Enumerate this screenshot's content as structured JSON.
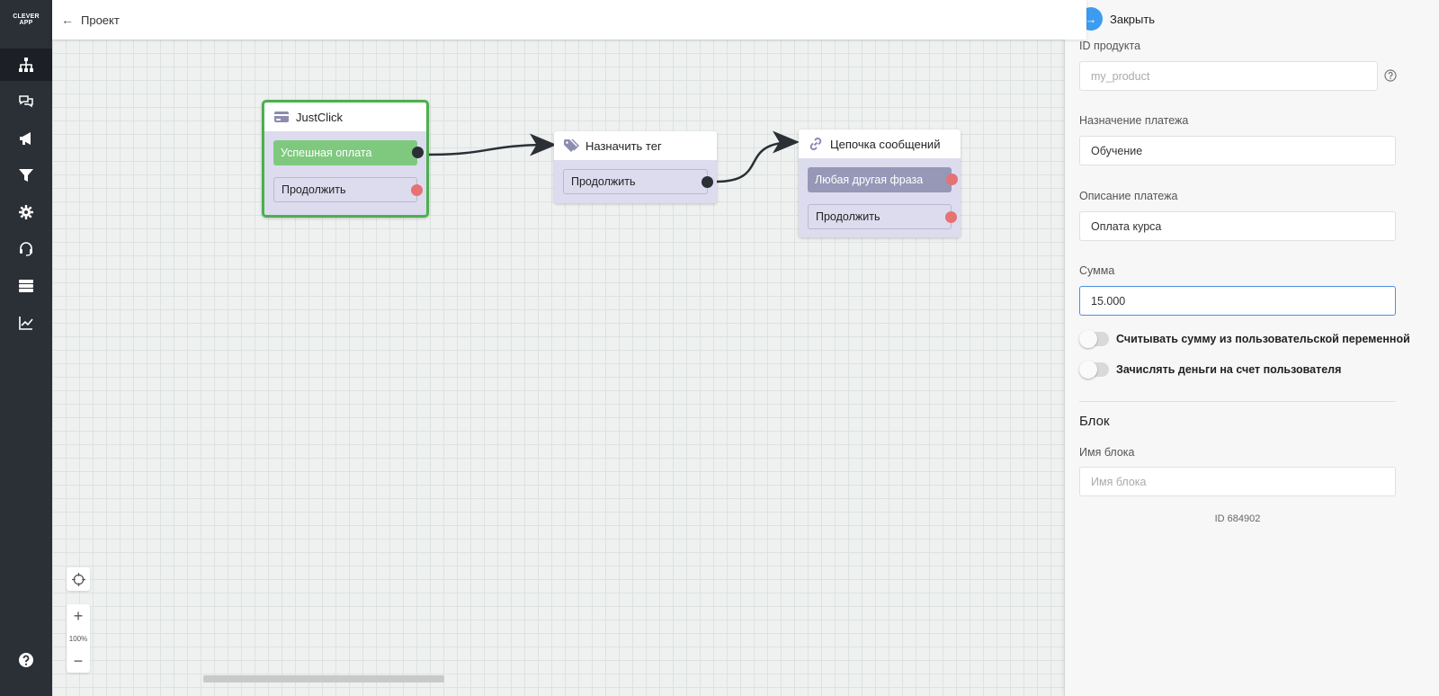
{
  "sidebar": {
    "logo_line1": "CLEVER",
    "logo_line2": "APP",
    "items": [
      {
        "icon": "sitemap-icon",
        "active": true
      },
      {
        "icon": "chat-icon",
        "active": false
      },
      {
        "icon": "megaphone-icon",
        "active": false
      },
      {
        "icon": "filter-icon",
        "active": false
      },
      {
        "icon": "gear-icon",
        "active": false
      },
      {
        "icon": "support-icon",
        "active": false
      },
      {
        "icon": "server-icon",
        "active": false
      },
      {
        "icon": "chart-icon",
        "active": false
      }
    ],
    "help_icon": "help-icon"
  },
  "header": {
    "back_label": "Проект"
  },
  "canvas": {
    "nodes": [
      {
        "title": "JustClick",
        "icon": "payment-card-icon",
        "ports": [
          "Успешная оплата",
          "Продолжить"
        ]
      },
      {
        "title": "Назначить тег",
        "icon": "tag-icon",
        "ports": [
          "Продолжить"
        ]
      },
      {
        "title": "Цепочка сообщений",
        "icon": "link-icon",
        "ports": [
          "Любая другая фраза",
          "Продолжить"
        ]
      }
    ],
    "zoom_level": "100%",
    "zoom_in": "+",
    "zoom_out": "−"
  },
  "panel": {
    "close_label": "Закрыть",
    "product_id": {
      "label": "ID продукта",
      "placeholder": "my_product",
      "value": ""
    },
    "payment_purpose": {
      "label": "Назначение платежа",
      "value": "Обучение"
    },
    "payment_description": {
      "label": "Описание платежа",
      "value": "Оплата курса"
    },
    "amount": {
      "label": "Сумма",
      "value": "15.000"
    },
    "toggle_read_amount": {
      "label": "Считывать сумму из пользовательской переменной",
      "on": false
    },
    "toggle_credit_money": {
      "label": "Зачислять деньги на счет пользователя",
      "on": false
    },
    "block_section": {
      "title": "Блок",
      "name_label": "Имя блока",
      "name_placeholder": "Имя блока",
      "id_text": "ID 684902"
    }
  },
  "colors": {
    "sidebar_bg": "#2b2f36",
    "accent_blue": "#3d9cf0",
    "selected_green": "#4caf50",
    "port_green": "#7fc97f",
    "port_purple": "#9797b8",
    "port_dot_red": "#e57373"
  }
}
